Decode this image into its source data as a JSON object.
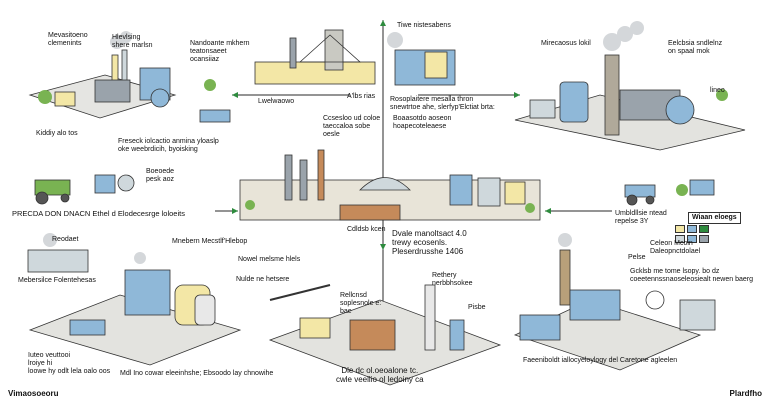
{
  "labels": {
    "top_left_title": "Mevasitoeno\nclemenints",
    "top_left_mid": "Hlevlsing\nshere marlsn",
    "top_center_left": "Nandoante mkhern\nteatonsaeet\nocansiiaz",
    "top_center_title": "Tiwe nistesabens",
    "top_right_left": "Mirecaosus lokil",
    "top_right_right": "Eelcbsia sndlelnz\non spaal mok",
    "left_small_a": "Kiddiy alo tos",
    "left_small_b": "Freseck iolcactio anmina yloaslp\noke weebrdicih, byoisking",
    "center_a": "Lwelwaowo",
    "center_b": "Rosoplaitere mesalla thron\nsnewtrtoe ahe, slerfyp'Elctiat brta:",
    "center_c": "Ccsesloo ud coloe\ntaeccaloa sobe\noesle",
    "center_d": "Boaasotdo aoseon\nhoapecoteleaese",
    "center_e": "A'lbs rias",
    "right_small_a": "lineo",
    "left_mid_a": "Boeoede\npesk aoz",
    "left_mid_row": "PRECDA DON DNACN Ethel d Elodecesrge loloeits",
    "right_mid_a": "Umbldllsie ntead\nrepelse 3Y",
    "right_mid_box": "Wiaan eloegs",
    "center_f": "Cdldsb kcen",
    "center_g": "Dvale manoltsact 4.0\ntrewy ecosenls.",
    "center_h": "Pleserdrusshe 1406",
    "bottom_left_a": "Reodaet",
    "bottom_left_b": "Mebersilce Folentehesas",
    "bottom_left_mid": "Mnebern Mecstlf'Hlebop",
    "bottom_left_mid_b": "Nowel melsme hlels",
    "bottom_center_a": "Nulde ne hetsere",
    "bottom_center_b": "Rellcnsd\nsoplesnole e:\nbae",
    "bottom_center_c": "Rethery\nnerbbhsokee",
    "bottom_center_d": "Pisbe",
    "right_bottom_legend": "Celeon Mcoin\nDaleopnctdolael",
    "right_bottom_a": "Pelse",
    "right_bottom_b": "Gcklsb me tome lsopy. bo dz\ncoeetennssnaoseleosiealt newen baerg",
    "bottom_left_c": "Iuteo veuttooi\nlroiye hi\nloowe hy odlt lela oalo oos",
    "bottom_center_e": "Mdl Ino cowar eleeinhshe; Ebsoodo lay chnowihe",
    "bottom_center_f": "Dle dc ol.oeoalone tc.\ncwle veellio ol ledoiny ca",
    "bottom_right_a": "Faeeniboldt iallocyeloylogy del Caretone agleelen",
    "footer_left": "Vimaosoeoru",
    "footer_right": "Plardfho"
  },
  "colors": {
    "line": "#2a2a2a",
    "steel_blue": "#8fb8d8",
    "pale_yellow": "#f3e7a6",
    "green_tree": "#79b352",
    "brick": "#c58a5a",
    "grey": "#9aa3ab",
    "smoke": "#d4d7da",
    "accent_green": "#2e8b3e"
  },
  "icons": [
    "factory-icon",
    "tree-icon",
    "tractor-icon",
    "chimney-icon",
    "gauge-icon",
    "crane-icon"
  ]
}
